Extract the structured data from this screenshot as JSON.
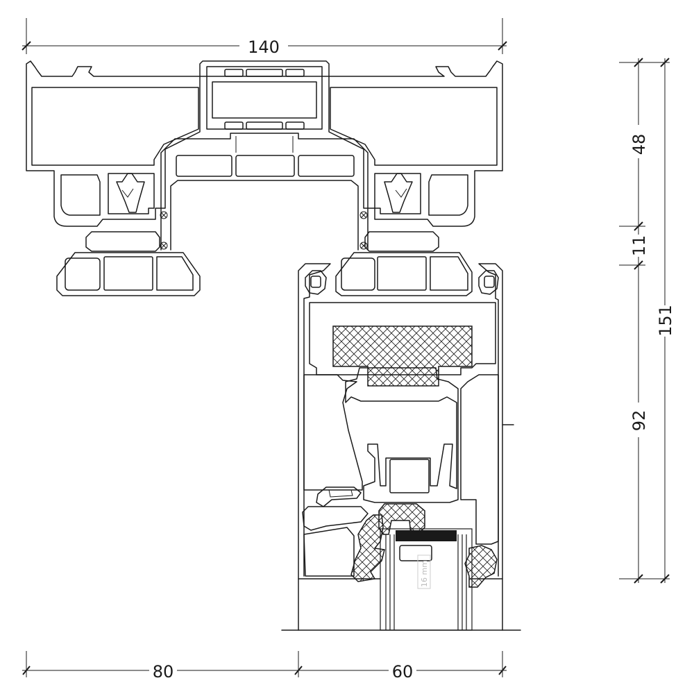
{
  "dimensions": {
    "overall_width": "140",
    "frame_width": "80",
    "sash_width": "60",
    "top_height": "48",
    "gap_height": "11",
    "sash_height": "92",
    "overall_height": "151"
  },
  "glass_label": "16 mm"
}
